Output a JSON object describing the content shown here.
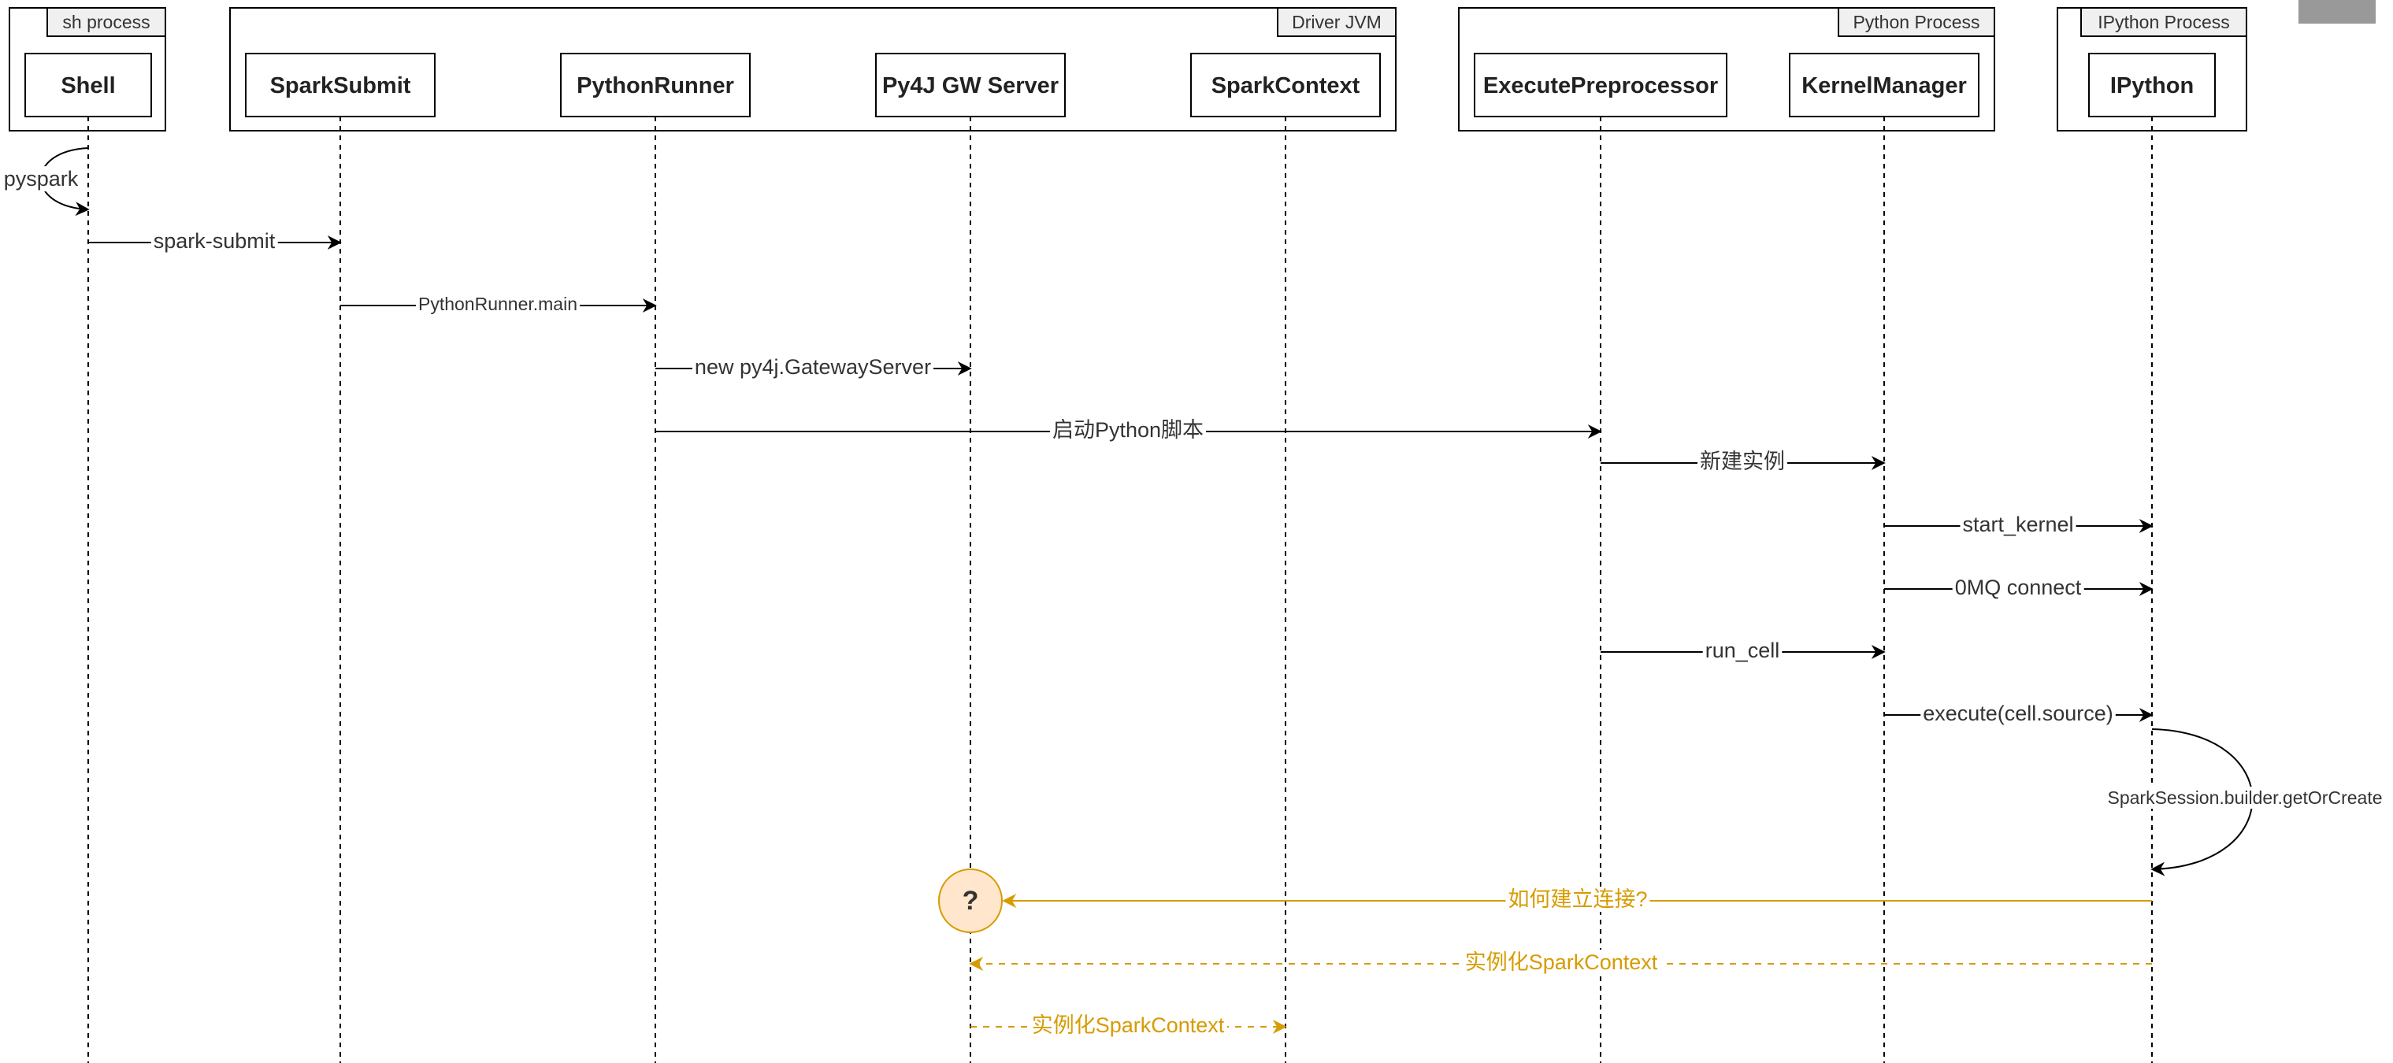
{
  "colors": {
    "line": "#000000",
    "text": "#333333",
    "accent": "#d79b00",
    "question_fill": "#ffe6cc",
    "tab_fill": "#f0f0f0",
    "corner_button": "#999999"
  },
  "groups": [
    {
      "id": "sh",
      "label": "sh process"
    },
    {
      "id": "jvm",
      "label": "Driver JVM"
    },
    {
      "id": "py",
      "label": "Python Process"
    },
    {
      "id": "ipy",
      "label": "IPython Process"
    }
  ],
  "actors": [
    {
      "id": "shell",
      "name": "Shell",
      "group": "sh"
    },
    {
      "id": "sparksubmit",
      "name": "SparkSubmit",
      "group": "jvm"
    },
    {
      "id": "pythonrunner",
      "name": "PythonRunner",
      "group": "jvm"
    },
    {
      "id": "py4j",
      "name": "Py4J GW Server",
      "group": "jvm"
    },
    {
      "id": "sparkcontext",
      "name": "SparkContext",
      "group": "jvm"
    },
    {
      "id": "executepre",
      "name": "ExecutePreprocessor",
      "group": "py"
    },
    {
      "id": "kernelmanager",
      "name": "KernelManager",
      "group": "py"
    },
    {
      "id": "ipython",
      "name": "IPython",
      "group": "ipy"
    }
  ],
  "messages": [
    {
      "id": "pyspark",
      "from": "shell",
      "to": "shell",
      "label": "pyspark",
      "style": "solid",
      "self": true,
      "color": "line"
    },
    {
      "id": "spark-submit",
      "from": "shell",
      "to": "sparksubmit",
      "label": "spark-submit",
      "style": "solid",
      "color": "line"
    },
    {
      "id": "pythonrunner-main",
      "from": "sparksubmit",
      "to": "pythonrunner",
      "label": "PythonRunner.main",
      "style": "solid",
      "color": "line",
      "small": true
    },
    {
      "id": "gateway-server",
      "from": "pythonrunner",
      "to": "py4j",
      "label": "new py4j.GatewayServer",
      "style": "solid",
      "color": "line"
    },
    {
      "id": "start-python-script",
      "from": "pythonrunner",
      "to": "executepre",
      "label": "启动Python脚本",
      "style": "solid",
      "color": "line"
    },
    {
      "id": "new-instance",
      "from": "executepre",
      "to": "kernelmanager",
      "label": "新建实例",
      "style": "solid",
      "color": "line"
    },
    {
      "id": "start-kernel",
      "from": "kernelmanager",
      "to": "ipython",
      "label": "start_kernel",
      "style": "solid",
      "color": "line"
    },
    {
      "id": "zmq-connect",
      "from": "kernelmanager",
      "to": "ipython",
      "label": "0MQ connect",
      "style": "solid",
      "color": "line"
    },
    {
      "id": "run-cell",
      "from": "executepre",
      "to": "kernelmanager",
      "label": "run_cell",
      "style": "solid",
      "color": "line"
    },
    {
      "id": "execute-cell",
      "from": "kernelmanager",
      "to": "ipython",
      "label": "execute(cell.source)",
      "style": "solid",
      "color": "line"
    },
    {
      "id": "getorcreate",
      "from": "ipython",
      "to": "ipython",
      "label": "SparkSession.builder.getOrCreate",
      "style": "solid",
      "self": true,
      "color": "line",
      "small": true
    },
    {
      "id": "how-connect",
      "from": "ipython",
      "to": "py4j",
      "label": "如何建立连接?",
      "style": "solid",
      "color": "accent",
      "question": true
    },
    {
      "id": "instantiate-sc-1",
      "from": "ipython",
      "to": "py4j",
      "label": "实例化SparkContext",
      "style": "dashed",
      "color": "accent"
    },
    {
      "id": "instantiate-sc-2",
      "from": "py4j",
      "to": "sparkcontext",
      "label": "实例化SparkContext",
      "style": "dashed",
      "color": "accent"
    }
  ],
  "question_marker": {
    "symbol": "?"
  }
}
